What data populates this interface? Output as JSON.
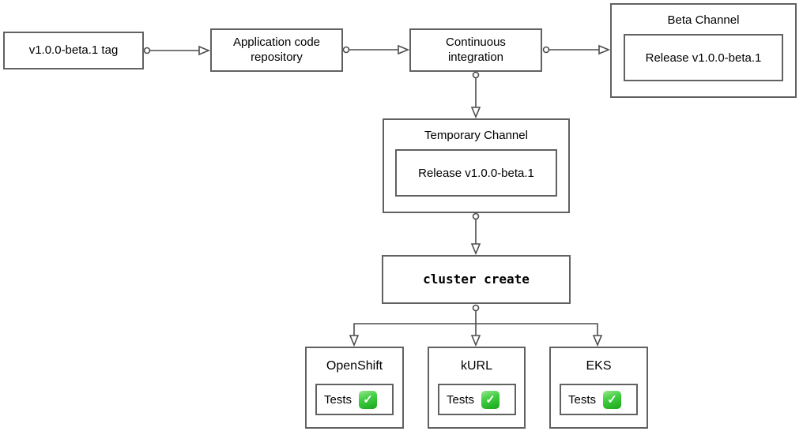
{
  "diagram": {
    "colors": {
      "connector_stroke": "#4d4d4d",
      "box_border": "#616161",
      "check_green": "#2eb82e",
      "background": "#ffffff"
    },
    "nodes": {
      "tag": {
        "label": "v1.0.0-beta.1 tag"
      },
      "repo": {
        "label": "Application code repository"
      },
      "ci": {
        "label": "Continuous integration"
      },
      "beta_channel": {
        "title": "Beta Channel",
        "release_label": "Release v1.0.0-beta.1"
      },
      "temporary_channel": {
        "title": "Temporary Channel",
        "release_label": "Release v1.0.0-beta.1"
      },
      "cluster_create": {
        "label": "cluster create"
      },
      "openshift": {
        "title": "OpenShift",
        "tests_label": "Tests",
        "status_icon": "check-mark-emoji",
        "icon_glyph": "✓"
      },
      "kurl": {
        "title": "kURL",
        "tests_label": "Tests",
        "status_icon": "check-mark-emoji",
        "icon_glyph": "✓"
      },
      "eks": {
        "title": "EKS",
        "tests_label": "Tests",
        "status_icon": "check-mark-emoji",
        "icon_glyph": "✓"
      }
    }
  }
}
